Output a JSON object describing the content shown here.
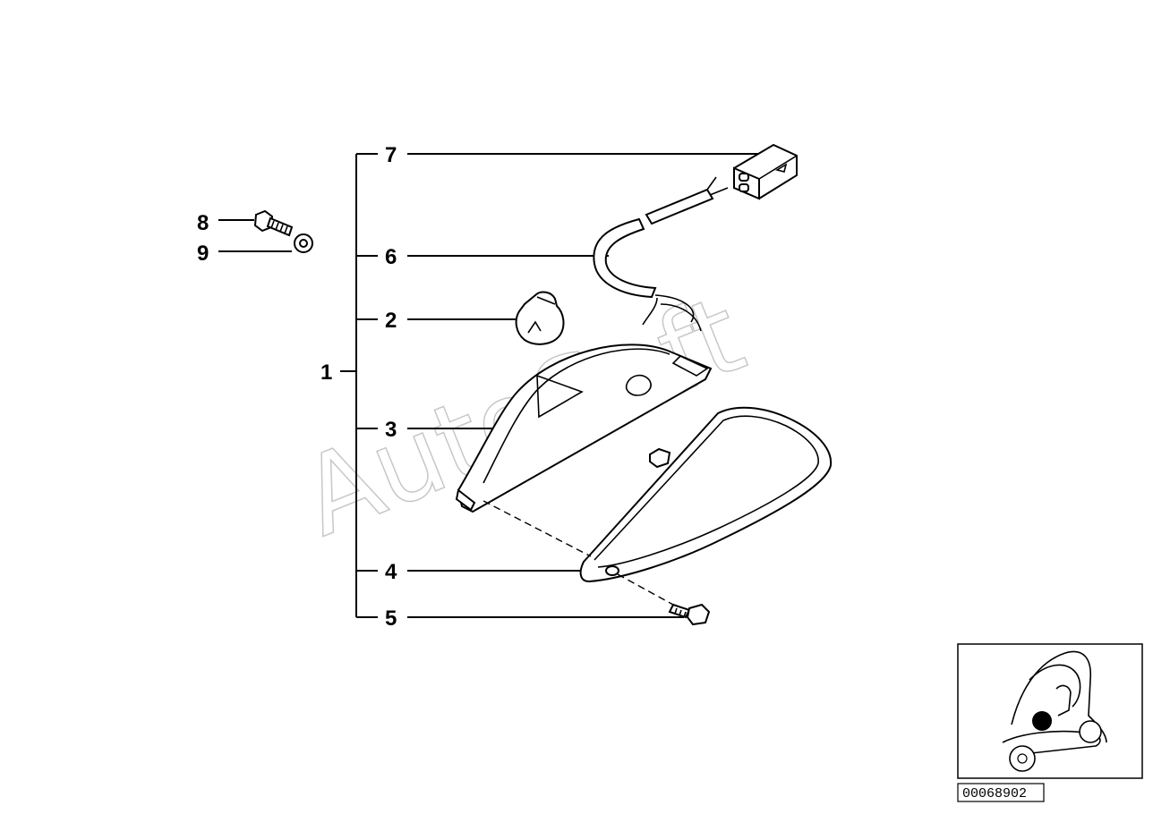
{
  "callouts": {
    "c1": "1",
    "c2": "2",
    "c3": "3",
    "c4": "4",
    "c5": "5",
    "c6": "6",
    "c7": "7",
    "c8": "8",
    "c9": "9"
  },
  "watermark": "AutoSoft",
  "figure_id": "00068902"
}
